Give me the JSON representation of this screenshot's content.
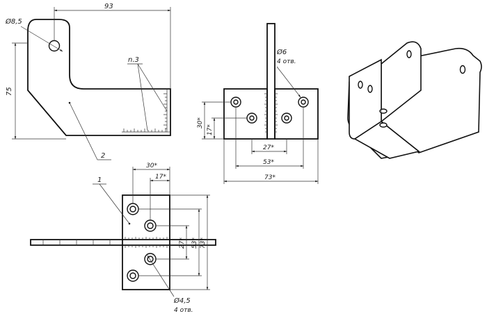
{
  "side_view": {
    "width_dim": "93",
    "height_dim": "75",
    "hole_dim": "Ø8,5",
    "radius_note": "n.3",
    "part_number": "2"
  },
  "front_view": {
    "hole_dim_line1": "Ø6",
    "hole_dim_line2": "4 отв.",
    "dim_30": "30*",
    "dim_17": "17*",
    "dim_27": "27*",
    "dim_53": "53*",
    "dim_73": "73*"
  },
  "bottom_view": {
    "part_number": "1",
    "dim_30": "30*",
    "dim_17": "17*",
    "dim_27": "27*",
    "dim_53": "53*",
    "dim_73": "73*",
    "hole_dim_line1": "Ø4,5",
    "hole_dim_line2": "4 отв."
  },
  "colors": {
    "line": "#111111",
    "background": "#ffffff"
  }
}
